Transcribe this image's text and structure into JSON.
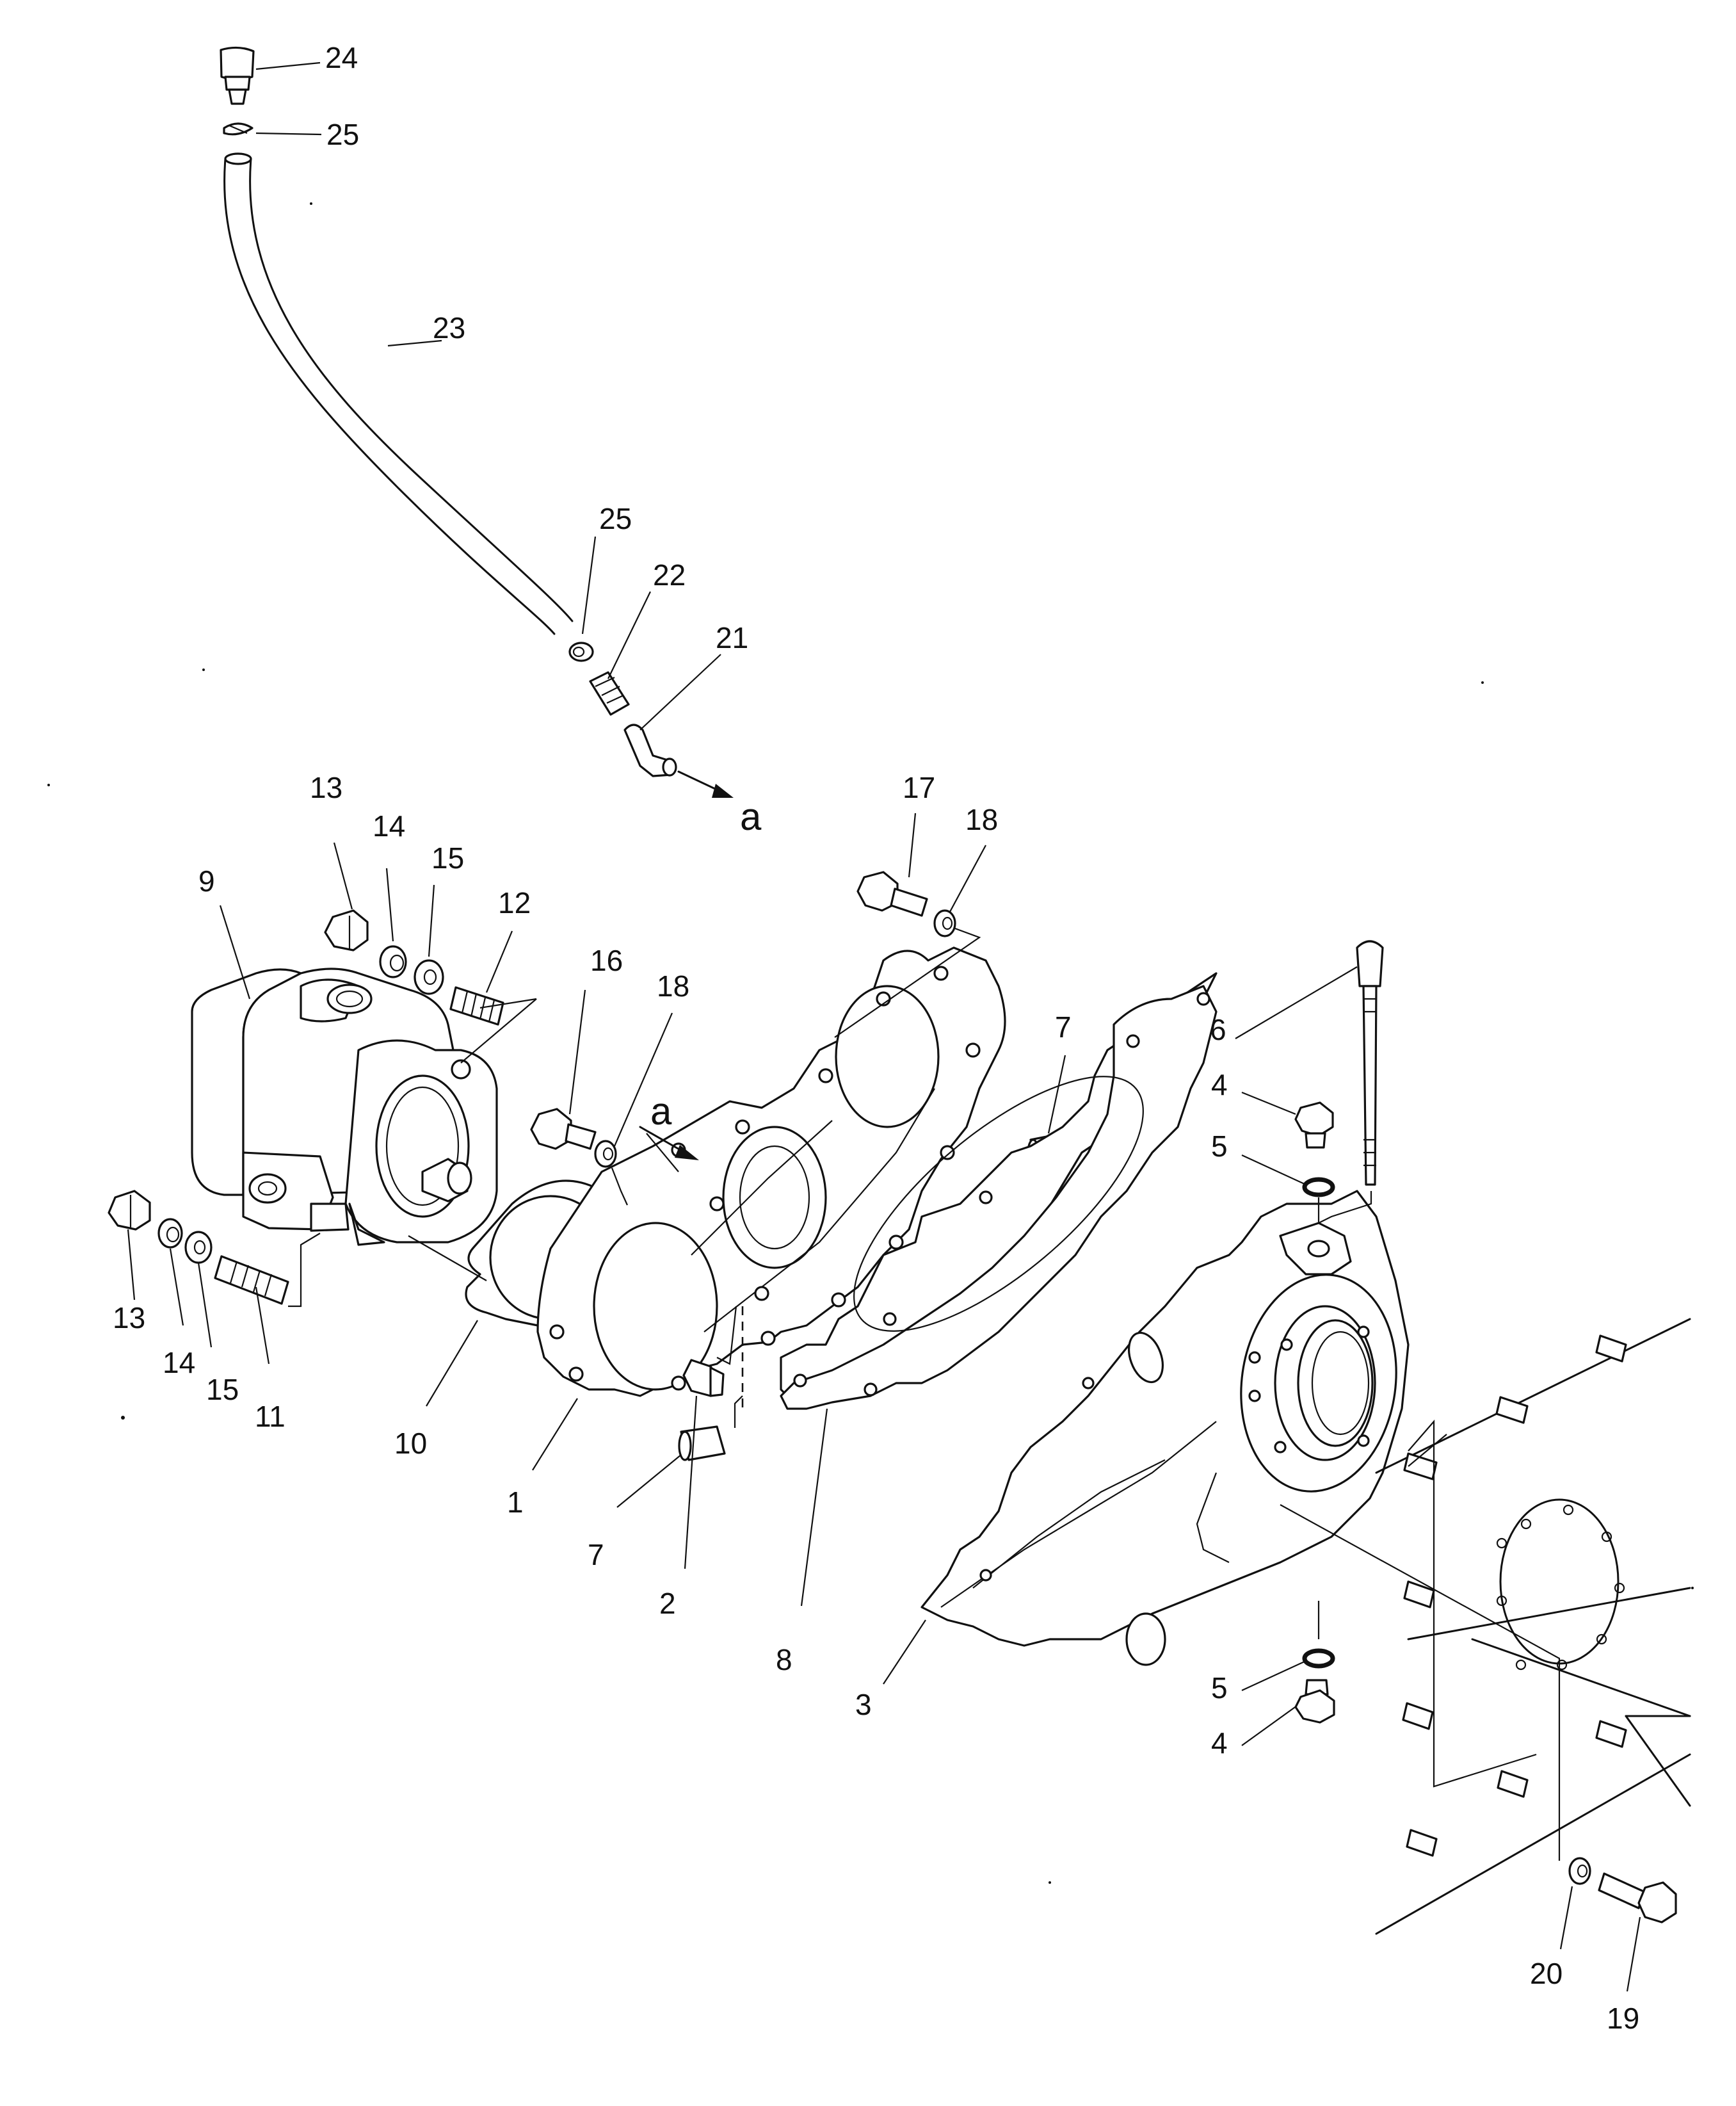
{
  "diagram": {
    "callouts": [
      {
        "id": "c24",
        "label": "24"
      },
      {
        "id": "c25a",
        "label": "25"
      },
      {
        "id": "c23",
        "label": "23"
      },
      {
        "id": "c25b",
        "label": "25"
      },
      {
        "id": "c22",
        "label": "22"
      },
      {
        "id": "c21",
        "label": "21"
      },
      {
        "id": "c13a",
        "label": "13"
      },
      {
        "id": "c14a",
        "label": "14"
      },
      {
        "id": "c15a",
        "label": "15"
      },
      {
        "id": "c12",
        "label": "12"
      },
      {
        "id": "c9",
        "label": "9"
      },
      {
        "id": "c16",
        "label": "16"
      },
      {
        "id": "c18a",
        "label": "18"
      },
      {
        "id": "c17",
        "label": "17"
      },
      {
        "id": "c18b",
        "label": "18"
      },
      {
        "id": "c7a",
        "label": "7"
      },
      {
        "id": "c6",
        "label": "6"
      },
      {
        "id": "c4a",
        "label": "4"
      },
      {
        "id": "c5a",
        "label": "5"
      },
      {
        "id": "c13b",
        "label": "13"
      },
      {
        "id": "c14b",
        "label": "14"
      },
      {
        "id": "c15b",
        "label": "15"
      },
      {
        "id": "c11",
        "label": "11"
      },
      {
        "id": "c10",
        "label": "10"
      },
      {
        "id": "c1",
        "label": "1"
      },
      {
        "id": "c7b",
        "label": "7"
      },
      {
        "id": "c2",
        "label": "2"
      },
      {
        "id": "c8",
        "label": "8"
      },
      {
        "id": "c3",
        "label": "3"
      },
      {
        "id": "c5b",
        "label": "5"
      },
      {
        "id": "c4b",
        "label": "4"
      },
      {
        "id": "c20",
        "label": "20"
      },
      {
        "id": "c19",
        "label": "19"
      }
    ],
    "refs": [
      {
        "id": "ra1",
        "label": "a"
      },
      {
        "id": "ra2",
        "label": "a"
      }
    ]
  }
}
